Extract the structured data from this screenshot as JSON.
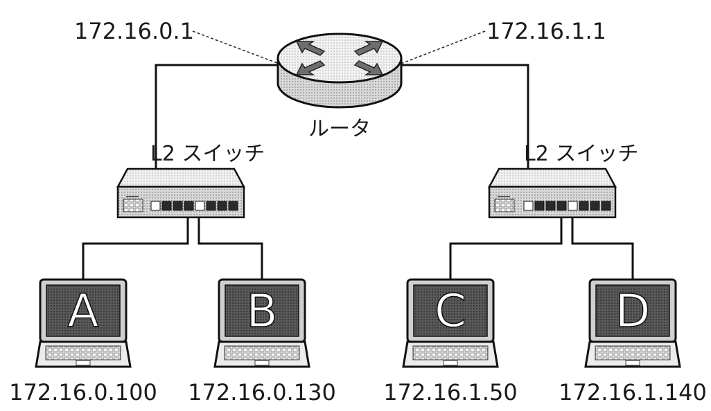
{
  "router": {
    "label": "ルータ",
    "left_ip": "172.16.0.1",
    "right_ip": "172.16.1.1"
  },
  "switches": [
    {
      "label": "L2 スイッチ"
    },
    {
      "label": "L2 スイッチ"
    }
  ],
  "hosts": [
    {
      "letter": "A",
      "ip": "172.16.0.100"
    },
    {
      "letter": "B",
      "ip": "172.16.0.130"
    },
    {
      "letter": "C",
      "ip": "172.16.1.50"
    },
    {
      "letter": "D",
      "ip": "172.16.1.140"
    }
  ]
}
